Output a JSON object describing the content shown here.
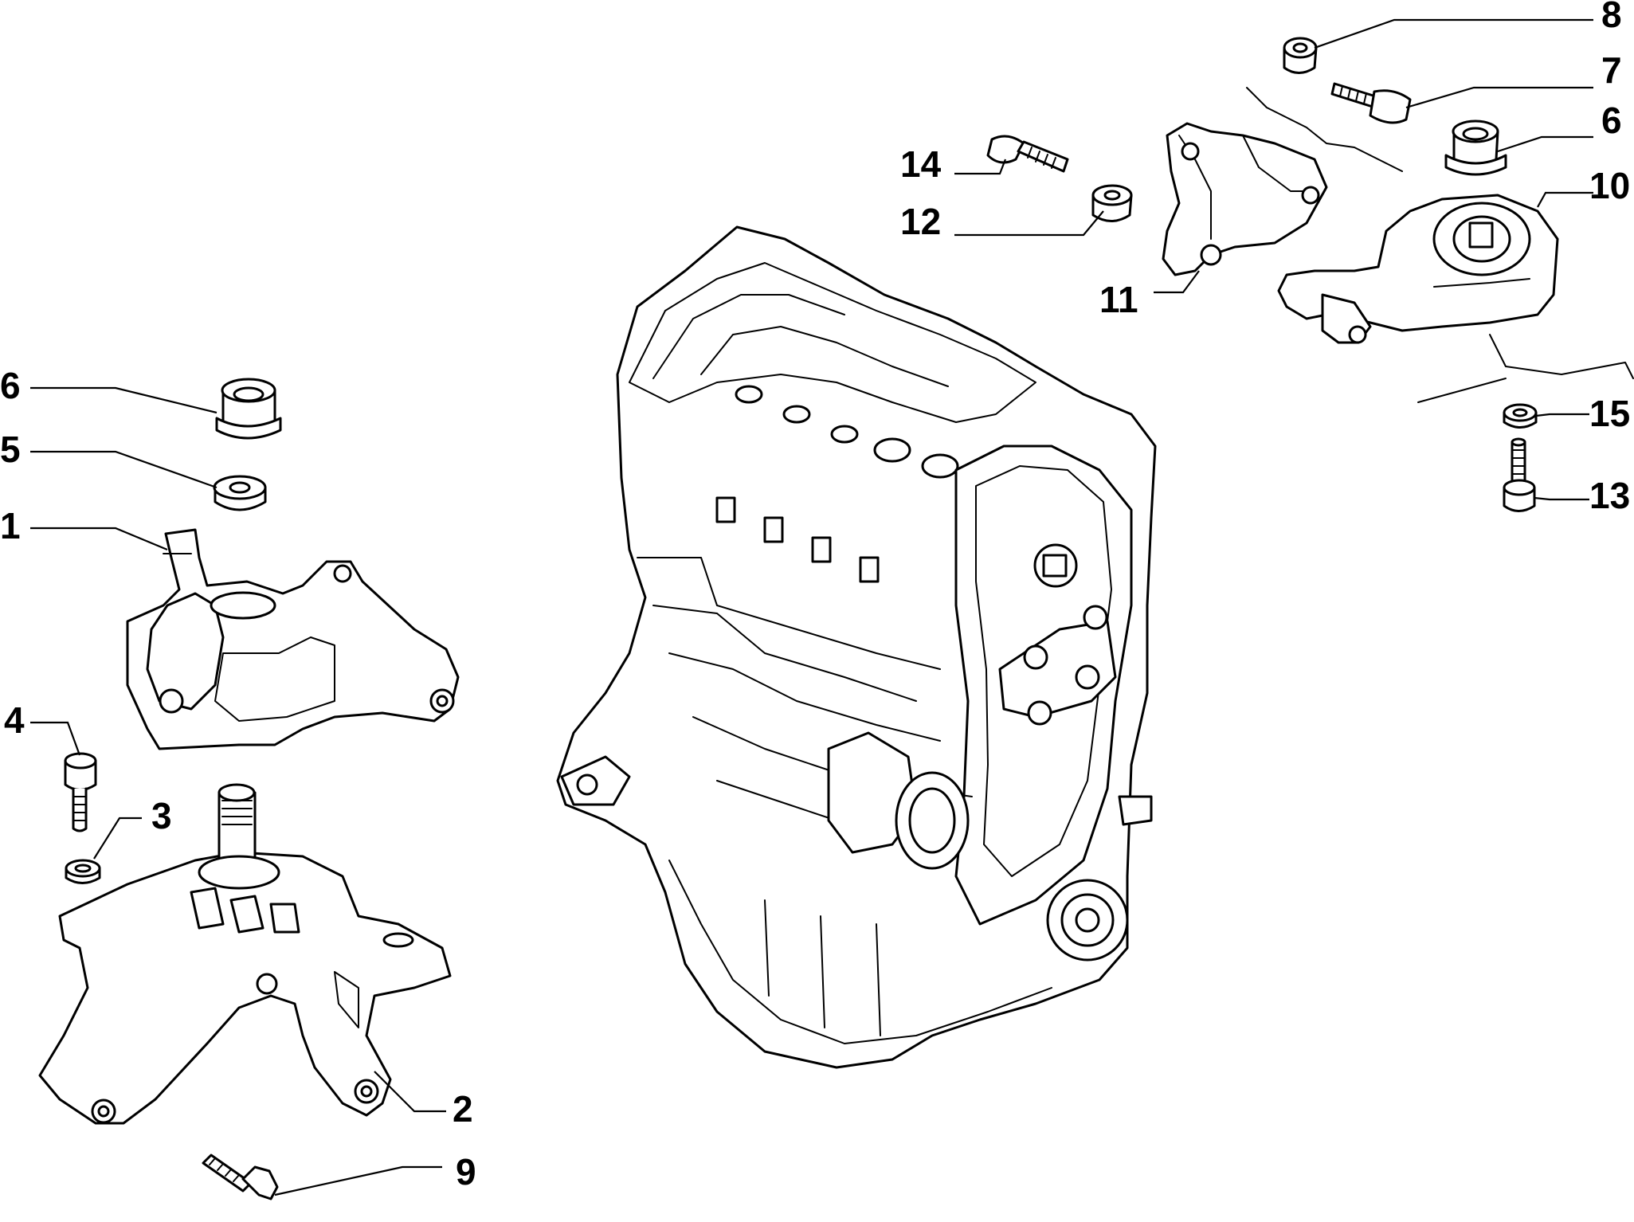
{
  "callouts": {
    "c1": "1",
    "c2": "2",
    "c3": "3",
    "c4": "4",
    "c5": "5",
    "c6_left": "6",
    "c6_right": "6",
    "c7": "7",
    "c8": "8",
    "c9": "9",
    "c10": "10",
    "c11": "11",
    "c12": "12",
    "c13": "13",
    "c14": "14",
    "c15": "15"
  }
}
